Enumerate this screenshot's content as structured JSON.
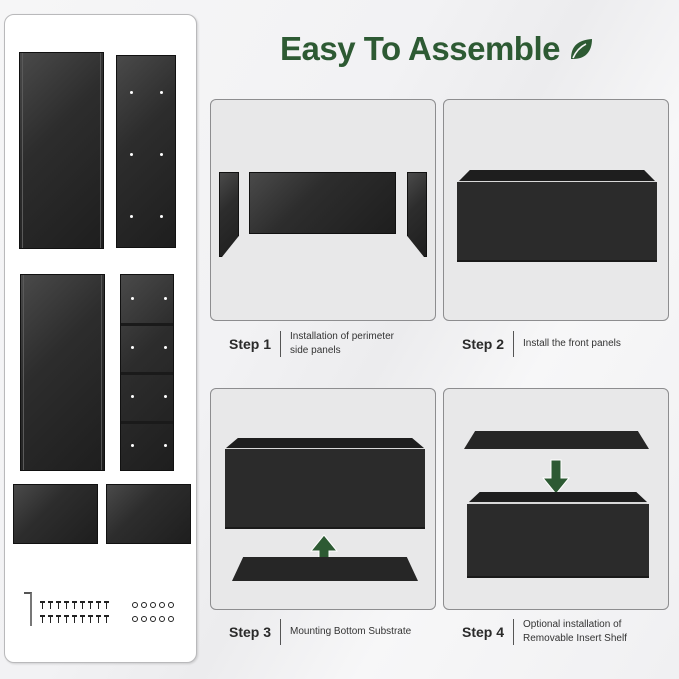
{
  "title": "Easy To Assemble",
  "accent_color": "#2d5a33",
  "icons": {
    "title_icon": "leaf-icon",
    "step3_arrow": "arrow-up-icon",
    "step4_arrow": "arrow-down-icon"
  },
  "parts_panel": {
    "items": [
      "long-side-panel",
      "short-end-panel",
      "long-side-panel",
      "segmented-end-panel",
      "small-panel",
      "small-panel",
      "allen-key",
      "screws",
      "washers"
    ],
    "screw_rows": 2,
    "screws_per_row": 9,
    "washers_per_row": 5
  },
  "steps": [
    {
      "label": "Step 1",
      "description": "Installation of perimeter side panels"
    },
    {
      "label": "Step 2",
      "description": "Install the front panels"
    },
    {
      "label": "Step 3",
      "description": "Mounting Bottom Substrate"
    },
    {
      "label": "Step 4",
      "description": "Optional installation of Removable Insert Shelf"
    }
  ]
}
